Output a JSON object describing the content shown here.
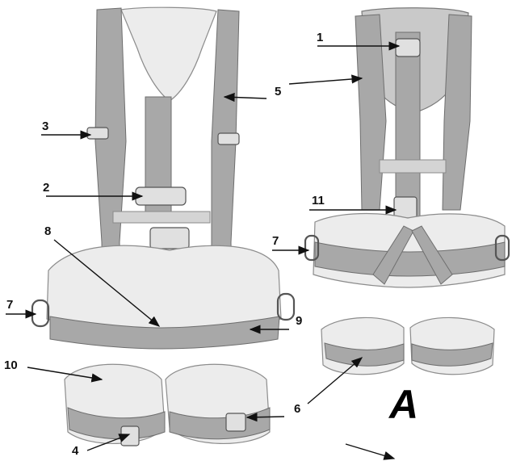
{
  "labels": {
    "l1": "1",
    "l2": "2",
    "l3": "3",
    "l4": "4",
    "l5": "5",
    "l6": "6",
    "l7a": "7",
    "l7b": "7",
    "l8": "8",
    "l9": "9",
    "l10": "10",
    "l11": "11"
  },
  "view_letter": "A",
  "colors": {
    "strap": "#a8a8a8",
    "pad": "#ececec",
    "ink": "#111111"
  }
}
